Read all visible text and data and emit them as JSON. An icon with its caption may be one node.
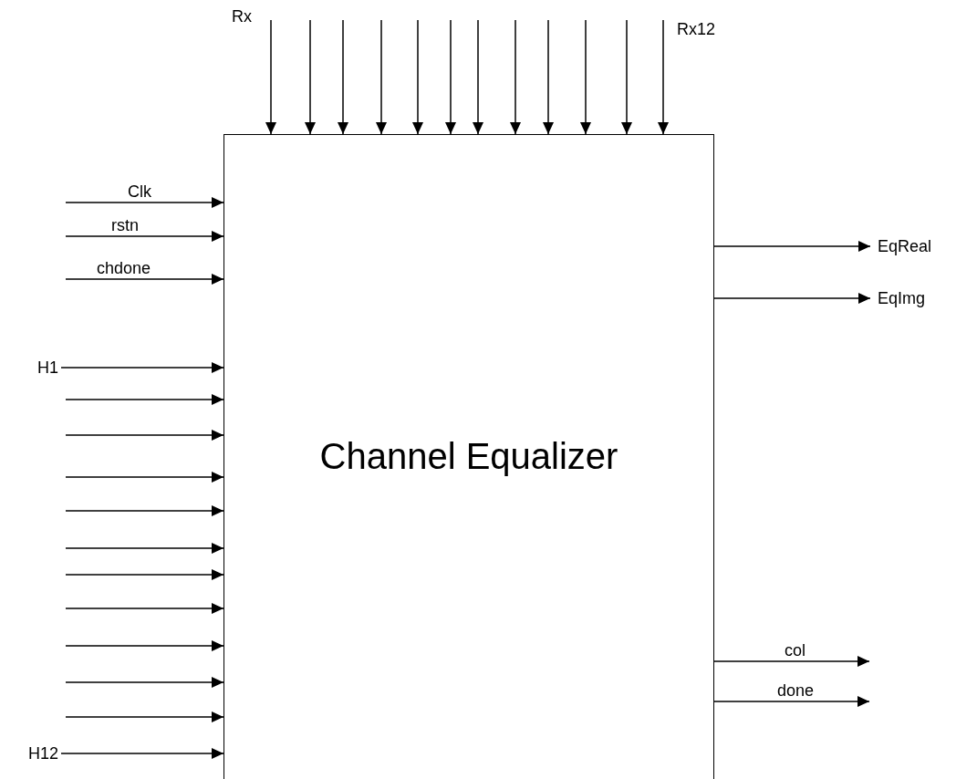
{
  "diagram": {
    "nodes": [
      {
        "text": [
          "Channel Equalizer"
        ]
      },
      {
        "text": [
          "H1"
        ]
      },
      {
        "text": [
          "H12"
        ]
      },
      {
        "text": [
          "EqReal"
        ]
      },
      {
        "text": [
          "EqImg"
        ]
      }
    ],
    "edges": [
      {
        "from": null,
        "to": 0,
        "arrow": "to",
        "label": "Rx"
      },
      {
        "from": null,
        "to": 0,
        "arrow": "to"
      },
      {
        "from": null,
        "to": 0,
        "arrow": "to"
      },
      {
        "from": null,
        "to": 0,
        "arrow": "to"
      },
      {
        "from": null,
        "to": 0,
        "arrow": "to"
      },
      {
        "from": null,
        "to": 0,
        "arrow": "to"
      },
      {
        "from": null,
        "to": 0,
        "arrow": "to"
      },
      {
        "from": null,
        "to": 0,
        "arrow": "to"
      },
      {
        "from": null,
        "to": 0,
        "arrow": "to"
      },
      {
        "from": null,
        "to": 0,
        "arrow": "to"
      },
      {
        "from": null,
        "to": 0,
        "arrow": "to"
      },
      {
        "from": null,
        "to": 0,
        "arrow": "to",
        "label": "Rx12"
      },
      {
        "from": null,
        "to": 0,
        "arrow": "to",
        "label": "Clk"
      },
      {
        "from": null,
        "to": 0,
        "arrow": "to",
        "label": "rstn"
      },
      {
        "from": null,
        "to": 0,
        "arrow": "to",
        "label": "chdone"
      },
      {
        "from": 1,
        "to": 0,
        "arrow": "to"
      },
      {
        "from": null,
        "to": 0,
        "arrow": "to"
      },
      {
        "from": null,
        "to": 0,
        "arrow": "to"
      },
      {
        "from": null,
        "to": 0,
        "arrow": "to"
      },
      {
        "from": null,
        "to": 0,
        "arrow": "to"
      },
      {
        "from": null,
        "to": 0,
        "arrow": "to"
      },
      {
        "from": null,
        "to": 0,
        "arrow": "to"
      },
      {
        "from": null,
        "to": 0,
        "arrow": "to"
      },
      {
        "from": null,
        "to": 0,
        "arrow": "to"
      },
      {
        "from": null,
        "to": 0,
        "arrow": "to"
      },
      {
        "from": null,
        "to": 0,
        "arrow": "to"
      },
      {
        "from": 2,
        "to": 0,
        "arrow": "to"
      },
      {
        "from": 0,
        "to": 3,
        "arrow": "to"
      },
      {
        "from": 0,
        "to": 4,
        "arrow": "to"
      },
      {
        "from": 0,
        "to": null,
        "arrow": "to",
        "label": "col"
      },
      {
        "from": 0,
        "to": null,
        "arrow": "to",
        "label": "done"
      }
    ]
  }
}
